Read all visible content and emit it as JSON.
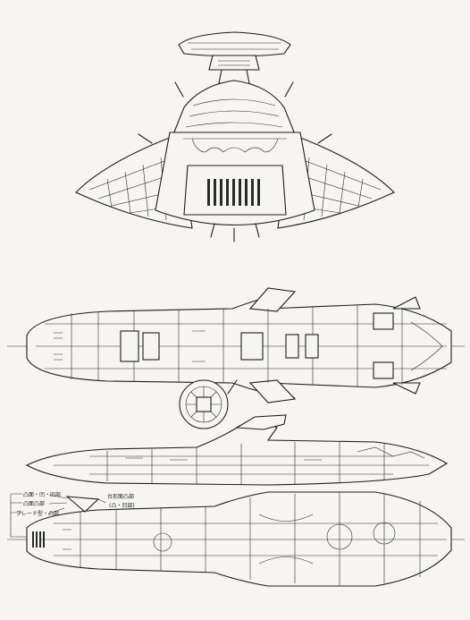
{
  "annotations": {
    "note_1": "凸面・凹・凹部",
    "note_2": "凸面凸部",
    "note_3": "ブレード型・凸部",
    "note_4": "台形面凸部",
    "note_5": "(凸・凹部)"
  }
}
